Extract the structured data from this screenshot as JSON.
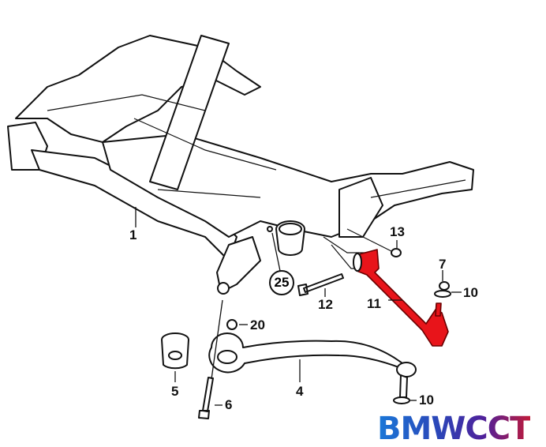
{
  "diagram": {
    "title": "Front axle subframe / control arms parts diagram",
    "highlight_color": "#e8141a",
    "watermark": "BMWCCT",
    "callouts": [
      {
        "id": "1",
        "circled": false
      },
      {
        "id": "25",
        "circled": true
      },
      {
        "id": "12",
        "circled": false
      },
      {
        "id": "11",
        "circled": false
      },
      {
        "id": "13",
        "circled": false
      },
      {
        "id": "7",
        "circled": false
      },
      {
        "id": "10",
        "circled": false
      },
      {
        "id": "20",
        "circled": false
      },
      {
        "id": "5",
        "circled": false
      },
      {
        "id": "4",
        "circled": false
      },
      {
        "id": "6",
        "circled": false
      },
      {
        "id": "10",
        "circled": false
      }
    ]
  }
}
